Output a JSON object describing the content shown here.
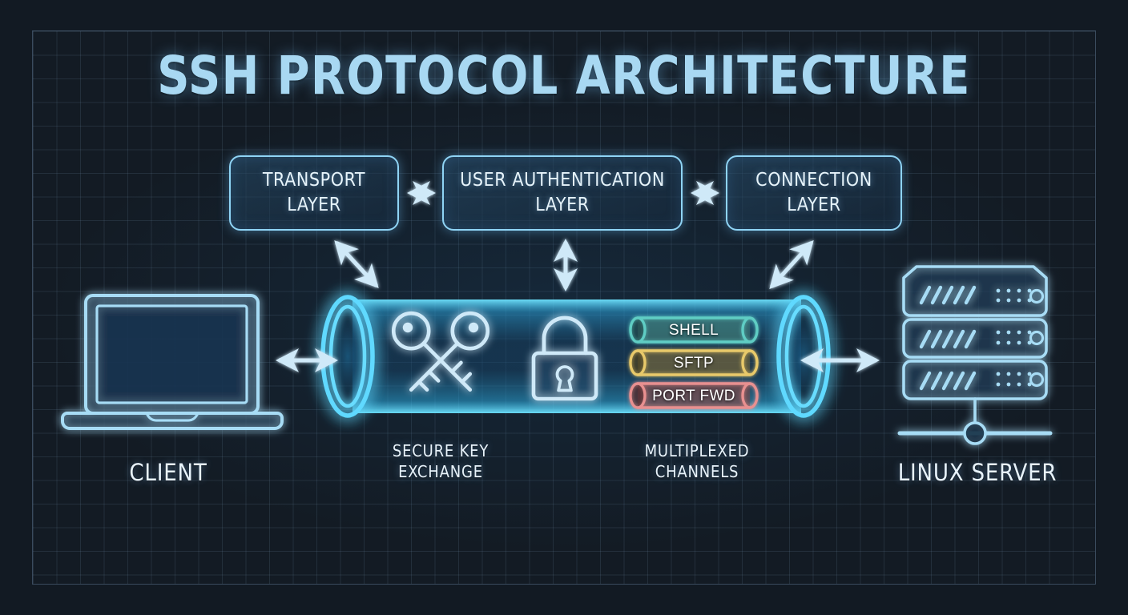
{
  "title": "SSH PROTOCOL ARCHITECTURE",
  "colors": {
    "background": "#121a23",
    "frame_border": "#3a4b5e",
    "grid_line": "#4a5d73",
    "title_text": "#a8d8f2",
    "accent_cyan": "#38c6f4",
    "tunnel_glow": "#45d8ff",
    "line_blue": "#9fd8f4",
    "box_border": "#8fd4f5",
    "shell": "#5fcdc4",
    "sftp": "#e8c96a",
    "port_fwd": "#e89090"
  },
  "layers": [
    {
      "id": "transport",
      "label": "TRANSPORT\nLAYER"
    },
    {
      "id": "userauth",
      "label": "USER AUTHENTICATION\nLAYER"
    },
    {
      "id": "connection",
      "label": "CONNECTION\nLAYER"
    }
  ],
  "nodes": {
    "client": {
      "label": "CLIENT",
      "icon": "laptop-icon"
    },
    "server": {
      "label": "LINUX SERVER",
      "icon": "server-rack-icon"
    }
  },
  "tunnel": {
    "key_exchange": {
      "label": "SECURE KEY\nEXCHANGE",
      "icons": [
        "crossed-keys-icon",
        "padlock-icon"
      ]
    },
    "multiplexed": {
      "label": "MULTIPLEXED\nCHANNELS"
    },
    "channels": [
      {
        "name": "SHELL",
        "color": "#5fcdc4"
      },
      {
        "name": "SFTP",
        "color": "#e8c96a"
      },
      {
        "name": "PORT FWD",
        "color": "#e89090"
      }
    ]
  },
  "connectors": [
    {
      "id": "transport-to-userauth",
      "type": "bidirectional-horizontal"
    },
    {
      "id": "userauth-to-connection",
      "type": "bidirectional-horizontal"
    },
    {
      "id": "transport-to-tunnel",
      "type": "bidirectional-diagonal"
    },
    {
      "id": "userauth-to-tunnel",
      "type": "bidirectional-vertical"
    },
    {
      "id": "connection-to-tunnel",
      "type": "bidirectional-diagonal"
    },
    {
      "id": "client-to-tunnel",
      "type": "bidirectional-horizontal"
    },
    {
      "id": "tunnel-to-server",
      "type": "bidirectional-horizontal"
    }
  ]
}
